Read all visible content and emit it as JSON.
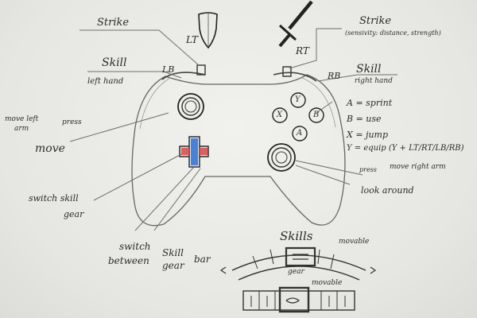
{
  "labels": {
    "strike_left": "Strike",
    "lt": "LT",
    "strike_right": "Strike",
    "strike_right_note": "(sensivity: distance, strength)",
    "rt": "RT",
    "skill_left": "Skill",
    "skill_left_sub": "left hand",
    "lb": "LB",
    "skill_right": "Skill",
    "skill_right_sub": "right hand",
    "rb": "RB",
    "press_left": "press",
    "move_left_arm_1": "move left",
    "move_left_arm_2": "arm",
    "move": "move",
    "a_action": "A = sprint",
    "b_action": "B = use",
    "x_action": "X = jump",
    "y_action": "Y = equip (Y + LT/RT/LB/RB)",
    "press_right": "press",
    "move_right_arm": "move right arm",
    "look_around": "look around",
    "switch_skill_1": "switch skill",
    "switch_skill_2": "gear",
    "switch_between_1": "switch",
    "switch_between_2": "between",
    "skill_gear_bar_1": "Skill",
    "skill_gear_bar_2": "gear",
    "skill_gear_bar_3": "bar",
    "skills_title": "Skills",
    "movable_top": "movable",
    "gear_label": "gear",
    "movable_bottom": "movable"
  },
  "buttons": {
    "y": "Y",
    "x": "X",
    "b": "B",
    "a": "A"
  },
  "colors": {
    "ink": "#2b2b2b",
    "pencil": "#777777",
    "dpad_blue": "#2f6fd0",
    "dpad_red": "#d94a4a"
  },
  "icons": [
    "shield-icon",
    "sword-icon"
  ]
}
